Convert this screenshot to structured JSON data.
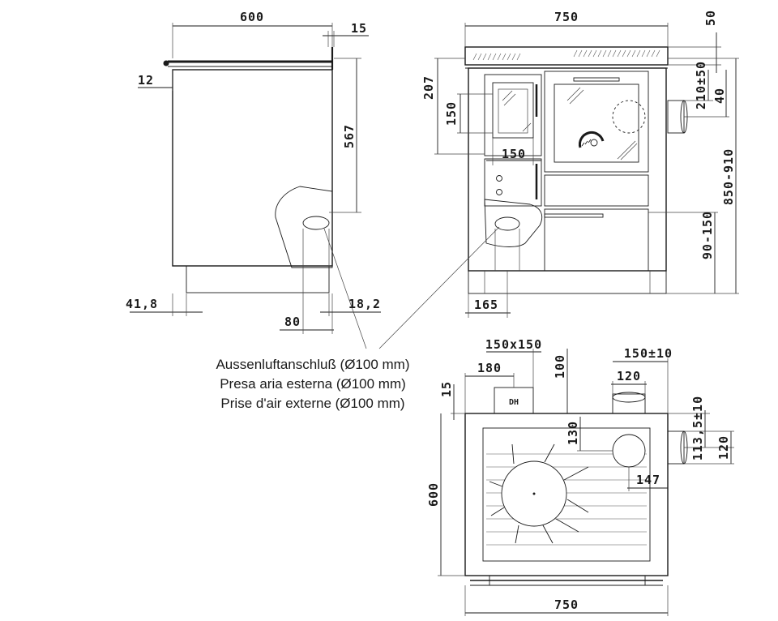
{
  "side_view": {
    "width": "600",
    "top_overhang": "15",
    "top_offset": "12",
    "height_to_inlet": "567",
    "back_offset": "41,8",
    "inlet_offset": "80",
    "front_offset": "18,2"
  },
  "front_view": {
    "width": "750",
    "top_thickness": "50",
    "fire_door_height": "207",
    "window_height": "150",
    "window_width": "150",
    "flue_height": "210±50",
    "flue_offset": "40",
    "total_height": "850-910",
    "inlet_height": "90-150",
    "inlet_side_offset": "165"
  },
  "top_view": {
    "inlet_square": "150x150",
    "inlet_position": "180",
    "depth_offset": "100",
    "back_gap": "15",
    "flue_position": "150±10",
    "flue_diameter": "120",
    "hob_depth": "130",
    "side_flue_offset": "113,5±10",
    "side_flue_diameter": "120",
    "flue_inset": "147",
    "depth": "600",
    "width": "750",
    "inlet_tag": "DH"
  },
  "legend": {
    "line_de": "Aussenluftanschluß (Ø100 mm)",
    "line_it": "Presa aria esterna (Ø100 mm)",
    "line_fr": "Prise d'air externe (Ø100 mm)"
  }
}
